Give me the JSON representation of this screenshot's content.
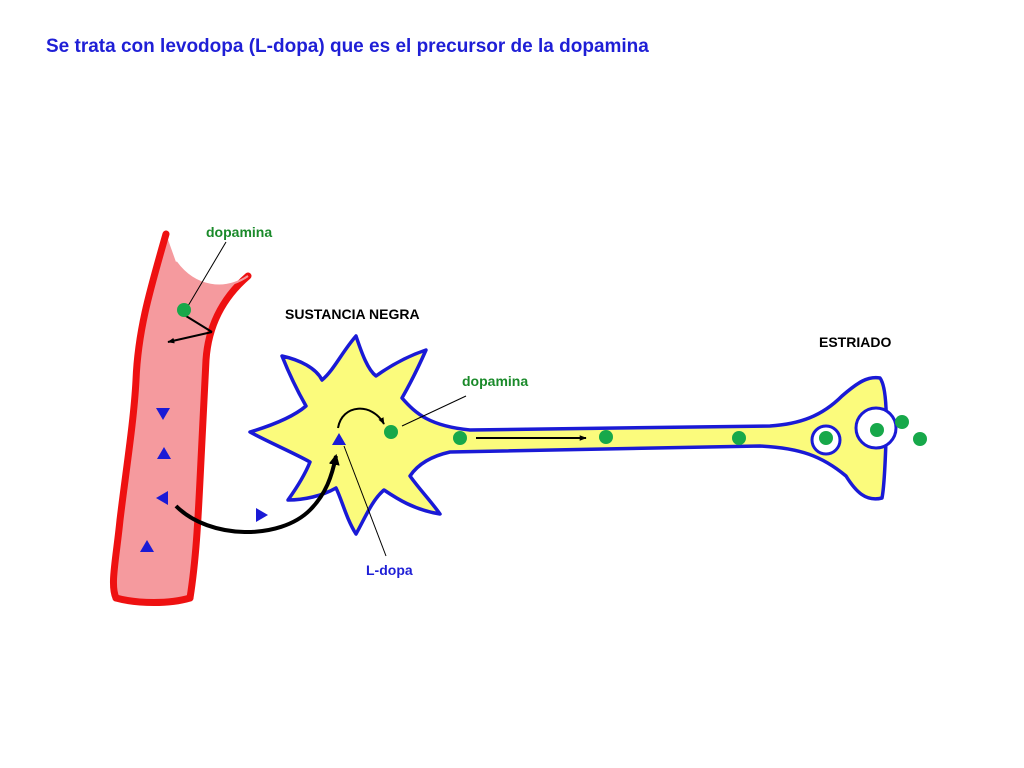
{
  "title": "Se trata con levodopa (L-dopa) que es el precursor de la dopamina",
  "labels": {
    "vessel_dopamine": "dopamina",
    "substantia_nigra": "SUSTANCIA NEGRA",
    "striatum": "ESTRIADO",
    "neuron_dopamine": "dopamina",
    "ldopa": "L-dopa"
  },
  "colors": {
    "title": "#1f1fd6",
    "dopamine_label": "#1a8a2a",
    "black_label": "#000000",
    "ldopa_label": "#1f1fd6",
    "vessel_wall": "#ee1111",
    "vessel_fill": "#f59a9e",
    "neuron_fill": "#fbfb7c",
    "neuron_outline": "#1a1ad6",
    "dopamine_dot": "#17a84a",
    "ldopa_triangle": "#1a1ad6",
    "arrow": "#000000"
  },
  "icons": {
    "ldopa": "blue-triangle",
    "dopamine": "green-dot"
  }
}
